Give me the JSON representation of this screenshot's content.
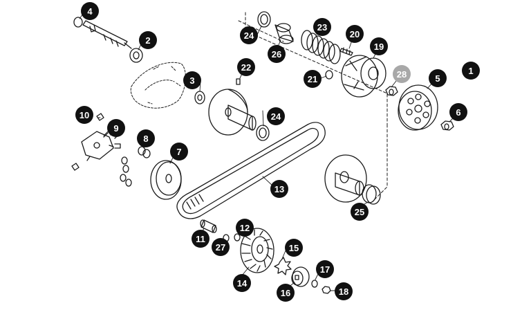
{
  "colors": {
    "line": "#1a1a1a",
    "callout_dark": "#111111",
    "callout_grey": "#a8a8a8",
    "callout_text": "#ffffff",
    "background": "#ffffff"
  },
  "callouts": [
    {
      "id": "c1",
      "label": "1",
      "style": "dark"
    },
    {
      "id": "c2",
      "label": "2",
      "style": "dark"
    },
    {
      "id": "c3",
      "label": "3",
      "style": "dark"
    },
    {
      "id": "c4",
      "label": "4",
      "style": "dark"
    },
    {
      "id": "c5",
      "label": "5",
      "style": "dark"
    },
    {
      "id": "c6",
      "label": "6",
      "style": "dark"
    },
    {
      "id": "c7",
      "label": "7",
      "style": "dark"
    },
    {
      "id": "c8",
      "label": "8",
      "style": "dark"
    },
    {
      "id": "c9",
      "label": "9",
      "style": "dark"
    },
    {
      "id": "c10",
      "label": "10",
      "style": "dark"
    },
    {
      "id": "c11",
      "label": "11",
      "style": "dark"
    },
    {
      "id": "c12",
      "label": "12",
      "style": "dark"
    },
    {
      "id": "c13",
      "label": "13",
      "style": "dark"
    },
    {
      "id": "c14",
      "label": "14",
      "style": "dark"
    },
    {
      "id": "c15",
      "label": "15",
      "style": "dark"
    },
    {
      "id": "c16",
      "label": "16",
      "style": "dark"
    },
    {
      "id": "c17",
      "label": "17",
      "style": "dark"
    },
    {
      "id": "c18",
      "label": "18",
      "style": "dark"
    },
    {
      "id": "c19",
      "label": "19",
      "style": "dark"
    },
    {
      "id": "c20",
      "label": "20",
      "style": "dark"
    },
    {
      "id": "c21",
      "label": "21",
      "style": "dark"
    },
    {
      "id": "c22",
      "label": "22",
      "style": "dark"
    },
    {
      "id": "c23",
      "label": "23",
      "style": "dark"
    },
    {
      "id": "c24a",
      "label": "24",
      "style": "dark"
    },
    {
      "id": "c24b",
      "label": "24",
      "style": "dark"
    },
    {
      "id": "c25",
      "label": "25",
      "style": "dark"
    },
    {
      "id": "c26",
      "label": "26",
      "style": "dark"
    },
    {
      "id": "c27",
      "label": "27",
      "style": "dark"
    },
    {
      "id": "c28",
      "label": "28",
      "style": "grey"
    }
  ]
}
